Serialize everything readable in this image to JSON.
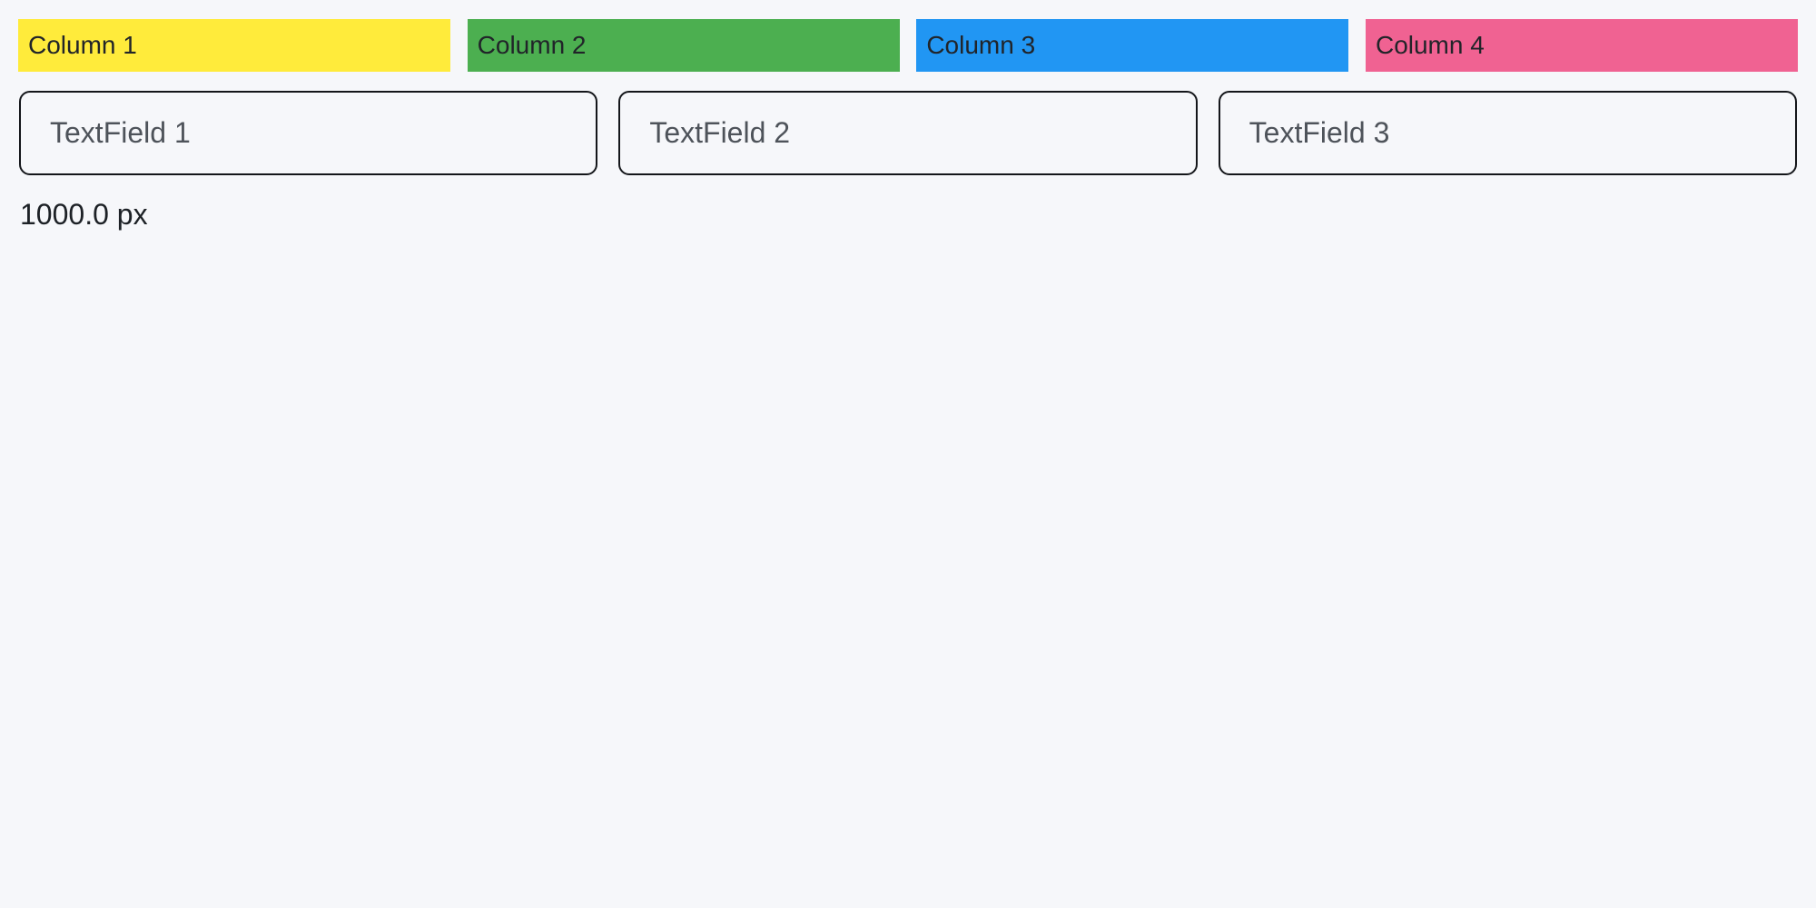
{
  "page": {
    "background": "#F6F7FA",
    "width_label": "1000.0 px"
  },
  "columns": [
    {
      "label": "Column 1",
      "color": "#FFEB3B"
    },
    {
      "label": "Column 2",
      "color": "#4CAF50"
    },
    {
      "label": "Column 3",
      "color": "#2196F3"
    },
    {
      "label": "Column 4",
      "color": "#F06292"
    }
  ],
  "textfields": [
    {
      "placeholder": "TextField 1"
    },
    {
      "placeholder": "TextField 2"
    },
    {
      "placeholder": "TextField 3"
    }
  ]
}
